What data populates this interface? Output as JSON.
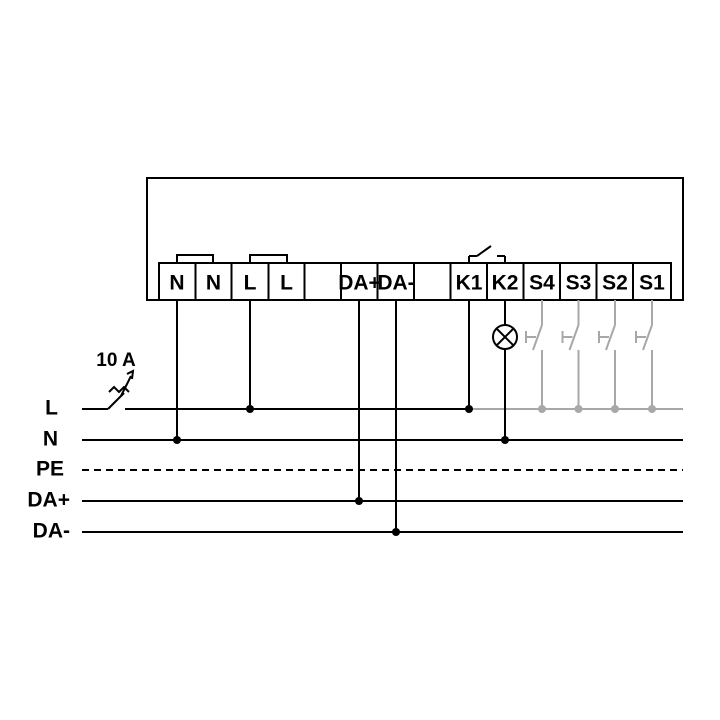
{
  "colors": {
    "ink": "#000000",
    "switch_wiring": "#a8a8a8",
    "background": "#ffffff"
  },
  "device": {
    "terminals": [
      {
        "label": "N"
      },
      {
        "label": "N"
      },
      {
        "label": "L"
      },
      {
        "label": "L"
      },
      {
        "label": ""
      },
      {
        "label": "DA+"
      },
      {
        "label": "DA-"
      },
      {
        "label": ""
      },
      {
        "label": "K1"
      },
      {
        "label": "K2"
      },
      {
        "label": "S4"
      },
      {
        "label": "S3"
      },
      {
        "label": "S2"
      },
      {
        "label": "S1"
      }
    ]
  },
  "buses": [
    {
      "label": "L"
    },
    {
      "label": "N"
    },
    {
      "label": "PE"
    },
    {
      "label": "DA+"
    },
    {
      "label": "DA-"
    }
  ],
  "breaker": {
    "rating": "10 A"
  }
}
